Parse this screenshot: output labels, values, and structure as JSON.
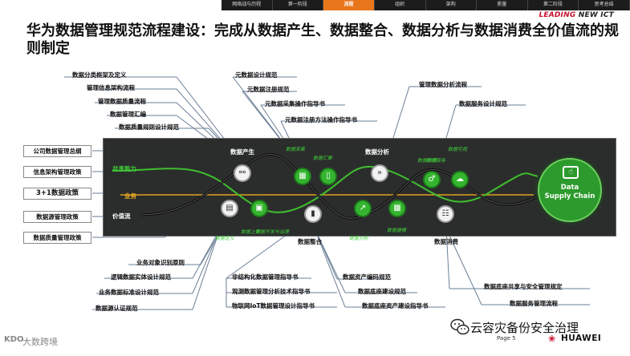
{
  "nav": [
    "网络战与历程",
    "第一阶段",
    "流程",
    "组织",
    "架构",
    "质量",
    "第二阶段",
    "思考总结"
  ],
  "nav_active": 2,
  "brand": {
    "a": "LEADING ",
    "b": "NEW ICT"
  },
  "title": "华为数据管理规范流程建设：完成从数据产生、数据整合、数据分析与数据消费全价值流的规则制定",
  "top_left_labels": [
    "数据分类框架及定义",
    "管理信息架构流程",
    "管理数据质量流程",
    "数据管理汇编",
    "数据质量规则设计规范"
  ],
  "top_mid_labels": [
    "元数据设计规范",
    "元数据注册规范",
    "元数据采集操作指导书",
    "元数据注册方法操作指导书"
  ],
  "top_right_labels": [
    "管理数据分析流程",
    "数据服务设计规范"
  ],
  "left_boxes": [
    "公司数据管理总纲",
    "信息架构管理政策",
    "3+1数据政策",
    "数据源管理政策",
    "数据质量管理政策"
  ],
  "panel_labels": {
    "business_ability": "共享能力",
    "business": "业务",
    "value_stream": "价值流",
    "data_produce": "数据产生",
    "data_integrate": "数据整合",
    "data_analysis": "数据分析",
    "data_consume": "数据消费"
  },
  "green_tags": [
    "数据定义",
    "数据采集",
    "数据汇聚",
    "数据上传",
    "数据开发与治理",
    "数据目录",
    "数据分析",
    "数据建模",
    "数据服务",
    "数据可视"
  ],
  "dsc": {
    "line1": "Data",
    "line2": "Supply Chain"
  },
  "bottom_left_labels": [
    "业务对象识别原则",
    "逻辑数据实体设计规范",
    "业务数据标准设计规范",
    "数据源认证规范"
  ],
  "bottom_mid_labels": [
    "非结构化数据管理指导书",
    "观测数据管理分析技术指导书",
    "物联网IoT数据管理设计指导书"
  ],
  "bottom_mid2_labels": [
    "数据资产编码规范",
    "数据底座建设规范",
    "数据底座资产建设指导书"
  ],
  "bottom_right_labels": [
    "数据底座共享与安全管理规定",
    "数据服务管理流程"
  ],
  "footer": {
    "watermark": "云容灾备份安全治理",
    "page": "Page 5",
    "huawei": "HUAWEI",
    "source": "大数跨境",
    "source_icon": "KDO"
  },
  "icons": {
    "wechat": "wechat-icon",
    "huawei": "huawei-petal-icon",
    "node_icons": [
      "share-icon",
      "document-icon",
      "database-icon",
      "chart-icon",
      "chip-icon",
      "people-icon",
      "cloud-icon",
      "forward-icon",
      "truck-icon",
      "tablet-icon",
      "monitor-icon",
      "computer-icon"
    ]
  }
}
